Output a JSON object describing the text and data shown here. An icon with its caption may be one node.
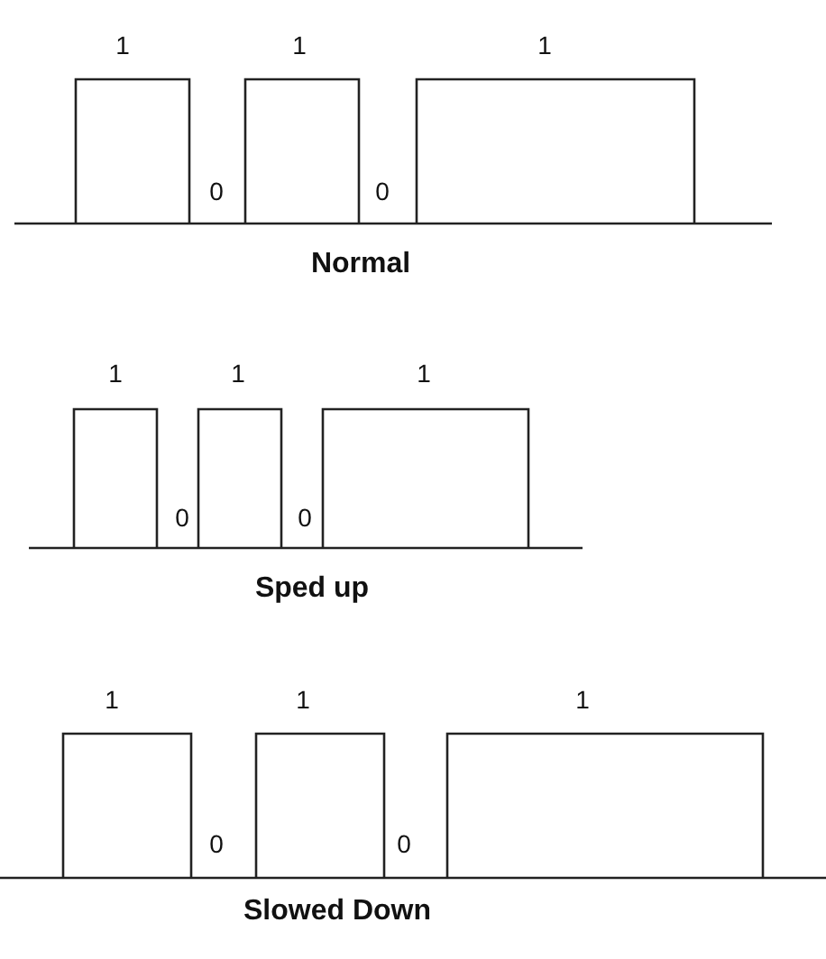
{
  "diagram": {
    "labels": [
      "1",
      "1",
      "1",
      "0",
      "0",
      "Normal",
      "1",
      "1",
      "1",
      "0",
      "0",
      "Sped up",
      "1",
      "1",
      "1",
      "0",
      "0",
      "Slowed Down"
    ]
  }
}
